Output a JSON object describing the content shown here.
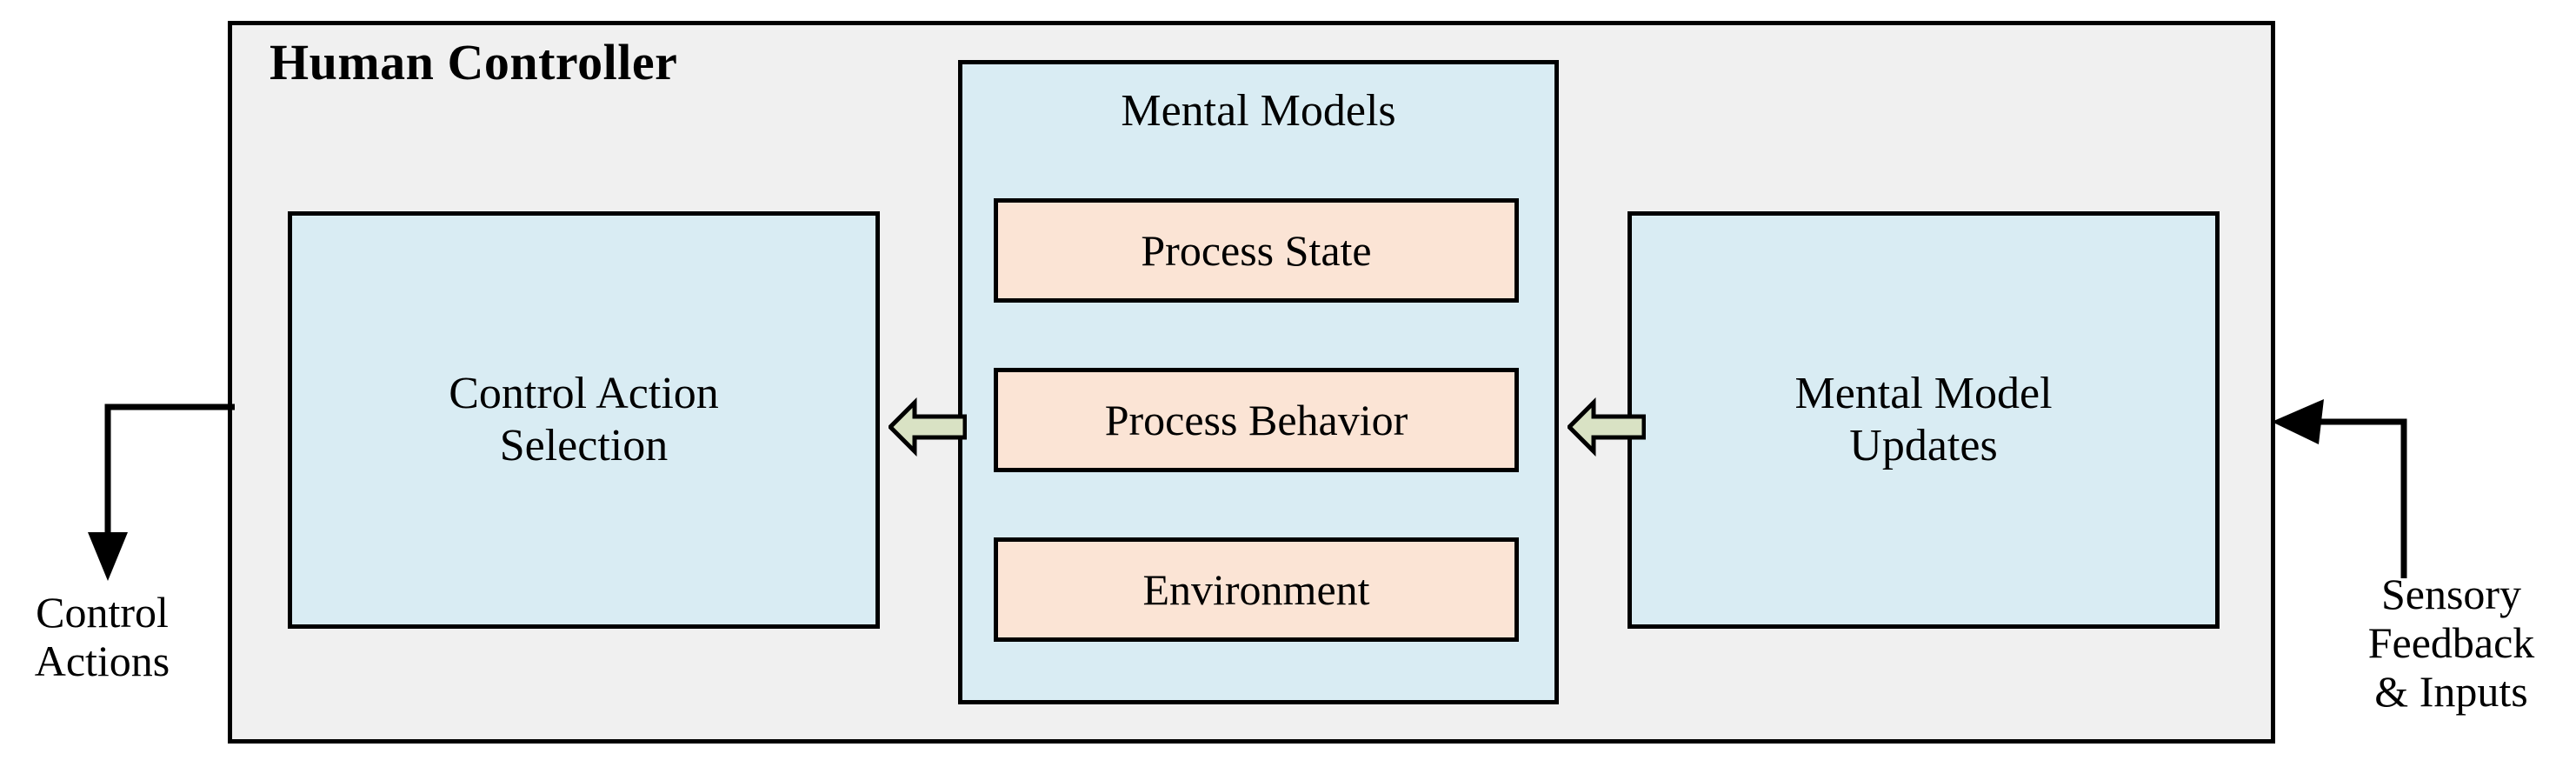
{
  "diagram": {
    "title": "Human Controller",
    "outer_box": {
      "label": "Human Controller",
      "fill_color": "#f0f0f0",
      "border_color": "#000000"
    },
    "left_box": {
      "label": "Control Action Selection",
      "fill_color": "#d9ecf3",
      "border_color": "#000000"
    },
    "center_box": {
      "title": "Mental Models",
      "fill_color": "#d9ecf3",
      "border_color": "#000000",
      "items": [
        {
          "label": "Process State",
          "fill_color": "#fbe4d5"
        },
        {
          "label": "Process Behavior",
          "fill_color": "#fbe4d5"
        },
        {
          "label": "Environment",
          "fill_color": "#fbe4d5"
        }
      ]
    },
    "right_box": {
      "label": "Mental Model Updates",
      "fill_color": "#d9ecf3",
      "border_color": "#000000"
    },
    "flow_arrows": [
      {
        "name": "mental-models-to-control-action",
        "direction": "left",
        "style": "block",
        "fill_color": "#d9e2c4",
        "border_color": "#000000"
      },
      {
        "name": "mental-model-updates-to-mental-models",
        "direction": "left",
        "style": "block",
        "fill_color": "#d9e2c4",
        "border_color": "#000000"
      }
    ],
    "external_labels": {
      "control_actions": "Control\nActions",
      "control_actions_lines": [
        "Control",
        "Actions"
      ],
      "sensory_feedback_lines": [
        "Sensory",
        "Feedback",
        "& Inputs"
      ]
    },
    "external_arrows": [
      {
        "name": "control-actions-output",
        "direction": "down",
        "style": "line",
        "color": "#000000"
      },
      {
        "name": "sensory-feedback-input",
        "direction": "left",
        "style": "line",
        "color": "#000000"
      }
    ]
  }
}
